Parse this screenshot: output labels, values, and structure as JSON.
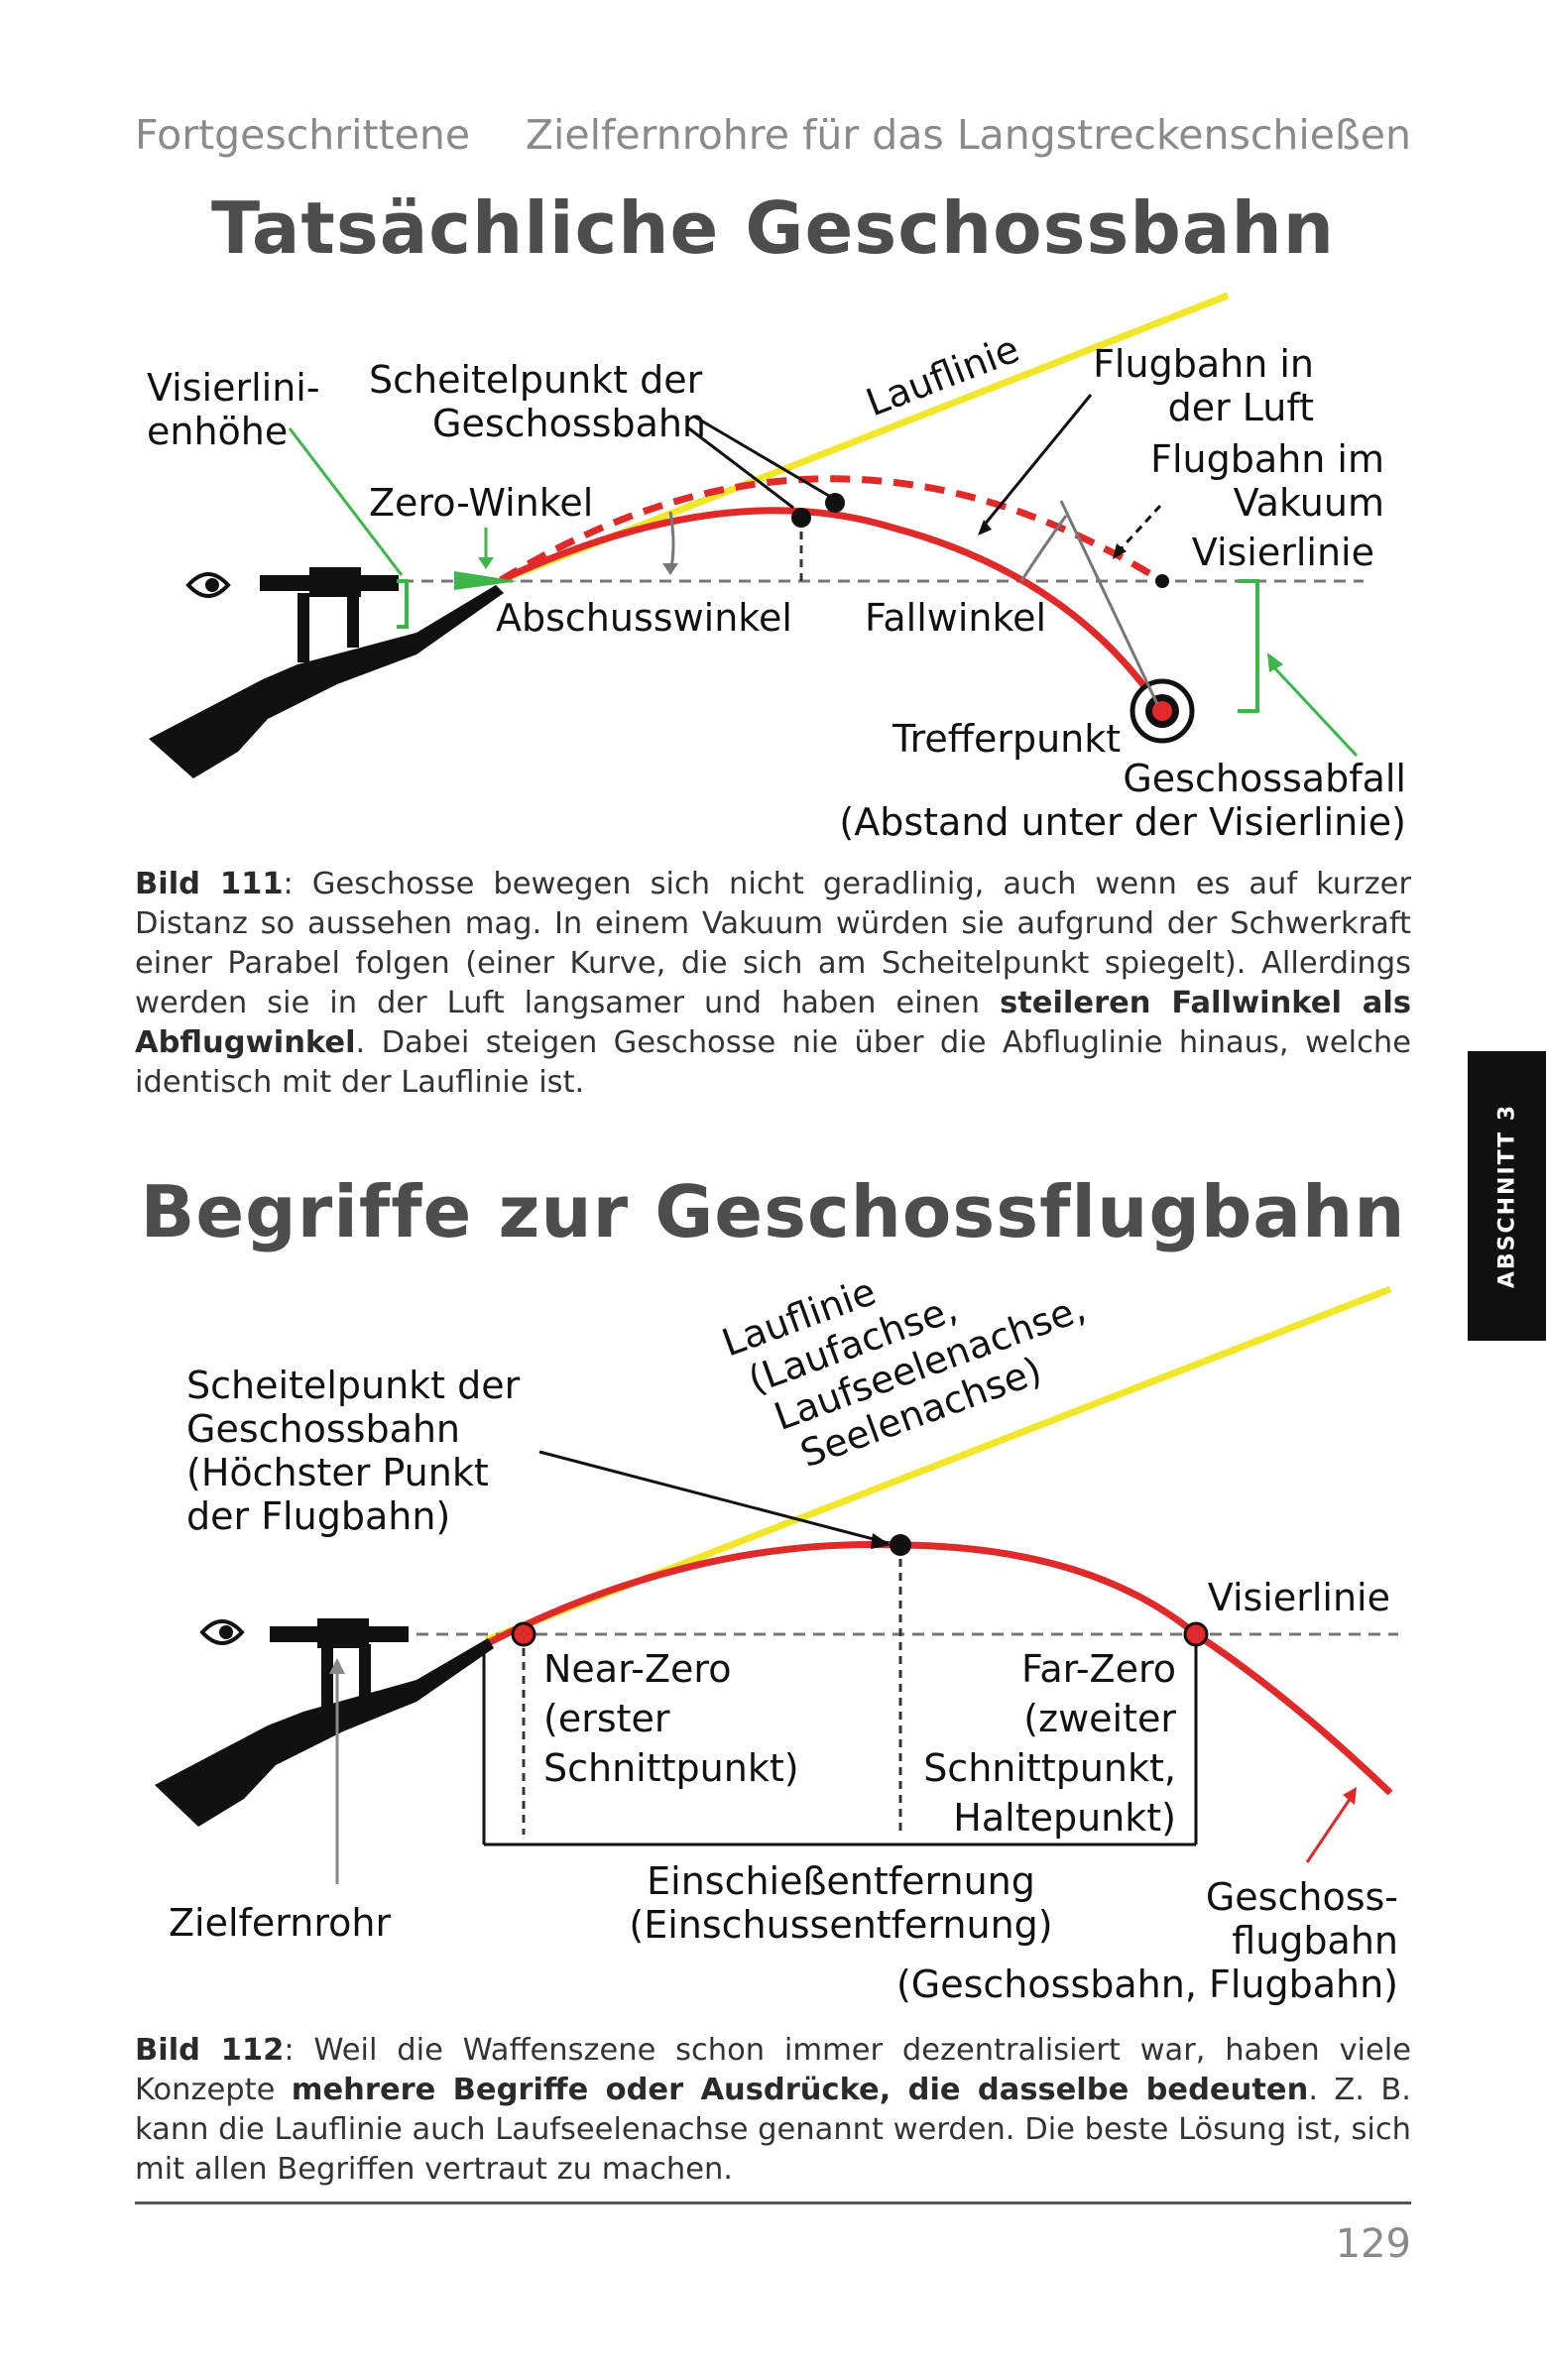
{
  "header": {
    "section": "Fortgeschrittene",
    "chapter": "Zielfernrohre für das Langstreckenschießen"
  },
  "fig1": {
    "title": "Tatsächliche Geschossbahn",
    "labels": {
      "visierlinienhoehe_1": "Visierlini-",
      "visierlinienhoehe_2": "enhöhe",
      "scheitel_1": "Scheitelpunkt der",
      "scheitel_2": "Geschossbahn",
      "lauflinie": "Lauflinie",
      "flugbahn_luft_1": "Flugbahn in",
      "flugbahn_luft_2": "der Luft",
      "flugbahn_vakuum_1": "Flugbahn im",
      "flugbahn_vakuum_2": "Vakuum",
      "zero_winkel": "Zero-Winkel",
      "visierlinie": "Visierlinie",
      "abschusswinkel": "Abschusswinkel",
      "fallwinkel": "Fallwinkel",
      "trefferpunkt": "Trefferpunkt",
      "geschossabfall_1": "Geschossabfall",
      "geschossabfall_2": "(Abstand unter der Visierlinie)"
    },
    "caption": {
      "label": "Bild 111",
      "text_a": ": Geschosse bewegen sich nicht geradlinig, auch wenn es auf kurzer Distanz so aussehen mag. In einem Vakuum würden sie aufgrund der Schwerkraft einer Parabel folgen (einer Kurve, die sich am Scheitelpunkt spiegelt). Allerdings werden sie in der Luft langsamer und haben einen ",
      "bold": "steileren Fallwinkel als Abflugwinkel",
      "text_b": ". Dabei steigen Geschosse nie über die Abfluglinie hinaus, welche identisch mit der Lauflinie ist."
    }
  },
  "fig2": {
    "title": "Begriffe zur Geschossflugbahn",
    "labels": {
      "scheitel_1": "Scheitelpunkt der",
      "scheitel_2": "Geschossbahn",
      "scheitel_3": "(Höchster Punkt",
      "scheitel_4": "der Flugbahn)",
      "lauf_1": "Lauflinie",
      "lauf_2": "(Laufachse,",
      "lauf_3": "Laufseelenachse,",
      "lauf_4": "Seelenachse)",
      "visierlinie": "Visierlinie",
      "near_1": "Near-Zero",
      "near_2": "(erster",
      "near_3": "Schnittpunkt)",
      "far_1": "Far-Zero",
      "far_2": "(zweiter",
      "far_3": "Schnittpunkt,",
      "far_4": "Haltepunkt)",
      "einschiess_1": "Einschießentfernung",
      "einschiess_2": "(Einschussentfernung)",
      "zielfernrohr": "Zielfernrohr",
      "flugbahn_1": "Geschoss-",
      "flugbahn_2": "flugbahn",
      "flugbahn_3": "(Geschossbahn, Flugbahn)"
    },
    "caption": {
      "label": "Bild 112",
      "text_a": ": Weil die Waffenszene schon immer dezentralisiert war, haben viele Konzepte ",
      "bold": "mehrere Begriffe oder Ausdrücke, die dasselbe bedeuten",
      "text_b": ". Z. B. kann die Lauflinie auch Laufseelenachse genannt werden. Die beste Lösung ist, sich mit allen Begriffen vertraut zu machen."
    }
  },
  "side_tab": "ABSCHNITT 3",
  "page_number": "129",
  "colors": {
    "trajectory": "#e02a2a",
    "barrel_line": "#f2e62a",
    "green": "#3cb64a",
    "grey_text": "#8a8a8a"
  }
}
